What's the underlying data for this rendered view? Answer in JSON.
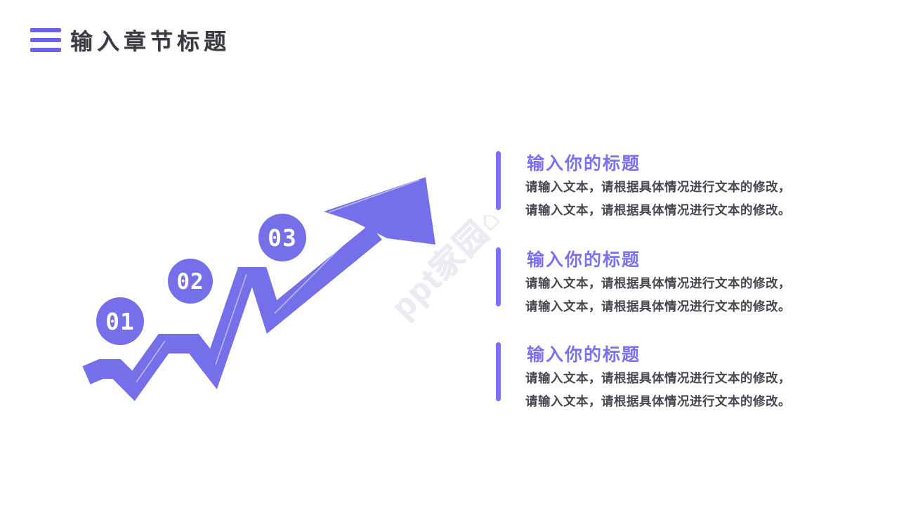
{
  "slide": {
    "colors": {
      "accent": "#756fe9",
      "accent2": "#7b70f2",
      "heading": "#3a3a42",
      "bodytext": "#47474f",
      "icon": "#6b63e6",
      "watermark": "#e9e8f1",
      "digit": "#ffffff"
    },
    "header": {
      "title": "输入章节标题",
      "icon": "triple-bar-icon"
    },
    "watermark": {
      "text": "ppt家园",
      "icon": "house-icon"
    },
    "diagram": {
      "description": "zigzag growth arrow rising to the upper right",
      "steps": [
        {
          "number": "01"
        },
        {
          "number": "02"
        },
        {
          "number": "03"
        }
      ]
    },
    "sections": [
      {
        "title": "输入你的标题",
        "line1": "请输入文本，请根据具体情况进行文本的修改，",
        "line2": "请输入文本，请根据具体情况进行文本的修改。"
      },
      {
        "title": "输入你的标题",
        "line1": "请输入文本，请根据具体情况进行文本的修改，",
        "line2": "请输入文本，请根据具体情况进行文本的修改。"
      },
      {
        "title": "输入你的标题",
        "line1": "请输入文本，请根据具体情况进行文本的修改，",
        "line2": "请输入文本，请根据具体情况进行文本的修改。"
      }
    ]
  }
}
